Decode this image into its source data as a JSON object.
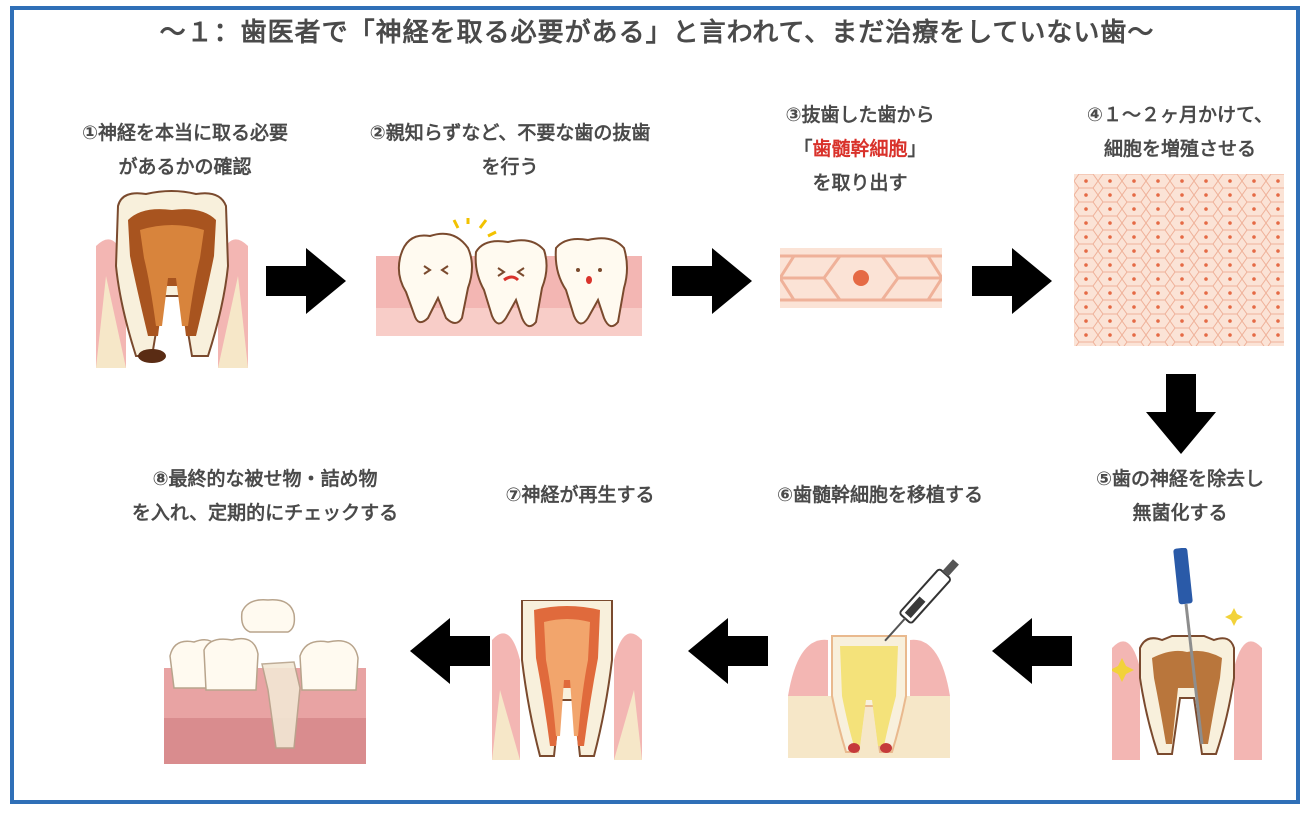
{
  "title": "〜１：歯医者で「神経を取る必要がある」と言われて、まだ治療をしていない歯〜",
  "steps": [
    {
      "line1": "①神経を本当に取る必要",
      "line2": "があるかの確認"
    },
    {
      "line1": "②親知らずなど、不要な歯の抜歯",
      "line2": "を行う"
    },
    {
      "line1": "③抜歯した歯から",
      "line2_pre": "「",
      "line2_hl": "歯髄幹細胞",
      "line2_post": "」",
      "line3": "を取り出す"
    },
    {
      "line1": "④１〜２ヶ月かけて、",
      "line2": "細胞を増殖させる"
    },
    {
      "line1": "⑤歯の神経を除去し",
      "line2": "無菌化する"
    },
    {
      "line1": "⑥歯髄幹細胞を移植する"
    },
    {
      "line1": "⑦神経が再生する"
    },
    {
      "line1": "⑧最終的な被せ物・詰め物",
      "line2": "を入れ、定期的にチェックする"
    }
  ],
  "colors": {
    "frame": "#2f6fb7",
    "text": "#4a4a4a",
    "highlight": "#d9322b",
    "arrow": "#000000",
    "cell_bg": "#fbe3d6",
    "cell_line": "#efb199",
    "nucleus": "#e56a45",
    "gum": "#f3b6b3",
    "bone": "#f6e7c8"
  },
  "icons": [
    "decayed-tooth-icon",
    "wisdom-teeth-icon",
    "stem-cell-icon",
    "cell-culture-icon",
    "root-canal-file-icon",
    "syringe-icon",
    "regenerated-nerve-tooth-icon",
    "crown-placement-icon",
    "right-arrow-icon",
    "left-arrow-icon",
    "down-arrow-icon"
  ]
}
